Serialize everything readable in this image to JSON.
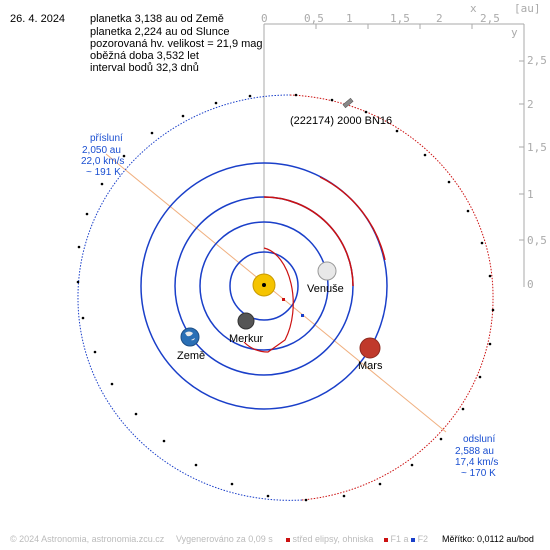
{
  "header": {
    "date": "26. 4. 2024",
    "lines": [
      "planetka 3,138 au od Země",
      "planetka 2,224 au od Slunce",
      "pozorovaná hv. velikost = 21,9 mag",
      "oběžná doba 3,532 let",
      "interval bodů 32,3 dnů"
    ]
  },
  "axes": {
    "unit": "[au]",
    "x_marker": "x",
    "y_marker": "y",
    "x_ticks": [
      "0",
      "0,5",
      "1",
      "1,5",
      "2",
      "2,5"
    ],
    "y_ticks": [
      "2,5",
      "2",
      "1,5",
      "1",
      "0,5",
      "0"
    ]
  },
  "asteroid": {
    "name": "(222174) 2000 BN16"
  },
  "bodies": [
    {
      "name": "Venuše",
      "color": "#e8e8e8"
    },
    {
      "name": "Merkur",
      "color": "#555555"
    },
    {
      "name": "Země",
      "color": "#2a6fb5"
    },
    {
      "name": "Mars",
      "color": "#c0392b"
    }
  ],
  "perihelion": {
    "title": "přísluní",
    "distance": "2,050 au",
    "speed": "22,0 km/s",
    "temp": "~ 191 K"
  },
  "aphelion": {
    "title": "odsluní",
    "distance": "2,588 au",
    "speed": "17,4 km/s",
    "temp": "~ 170 K"
  },
  "footer": {
    "copyright": "© 2024 Astronomia, astronomia.zcu.cz",
    "generated": "Vygenerováno za 0,09 s",
    "legend_center": "střed elipsy, ohniska",
    "legend_f1": "F1 a",
    "legend_f2": "F2",
    "scale": "Měřítko: 0,0112 au/bod"
  },
  "colors": {
    "orbit_planet": "#1a3fc9",
    "orbit_red": "#cc1111",
    "apsis_line": "#f0b080",
    "axis": "#aaaaaa",
    "sun": "#f5c400"
  }
}
